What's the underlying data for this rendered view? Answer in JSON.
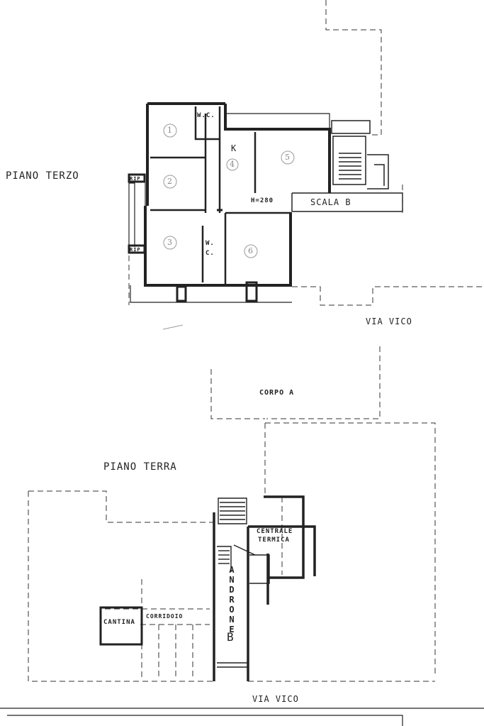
{
  "labels": {
    "piano_terzo": "PIANO TERZO",
    "piano_terra": "PIANO TERRA",
    "via_vico_top": "VIA   VICO",
    "via_vico_bottom": "VIA    VICO",
    "scala_b": "SCALA  B",
    "corpo_a": "CORPO  A",
    "wc_top": "W.C.",
    "wc_mid": "W. C.",
    "k": "K",
    "h280": "H=280",
    "rip_top": "RIP",
    "rip_bottom": "RIP",
    "centrale": "CENTRALE",
    "termica": "TERMICA",
    "cantina": "CANTINA",
    "corridoio": "CORRIDOIO",
    "androne": "ANDRONE",
    "b": "B",
    "room_1": "1",
    "room_2": "2",
    "room_3": "3",
    "room_4": "4",
    "room_5": "5",
    "room_6": "6"
  },
  "colors": {
    "ink": "#222222",
    "faint": "#555555"
  }
}
